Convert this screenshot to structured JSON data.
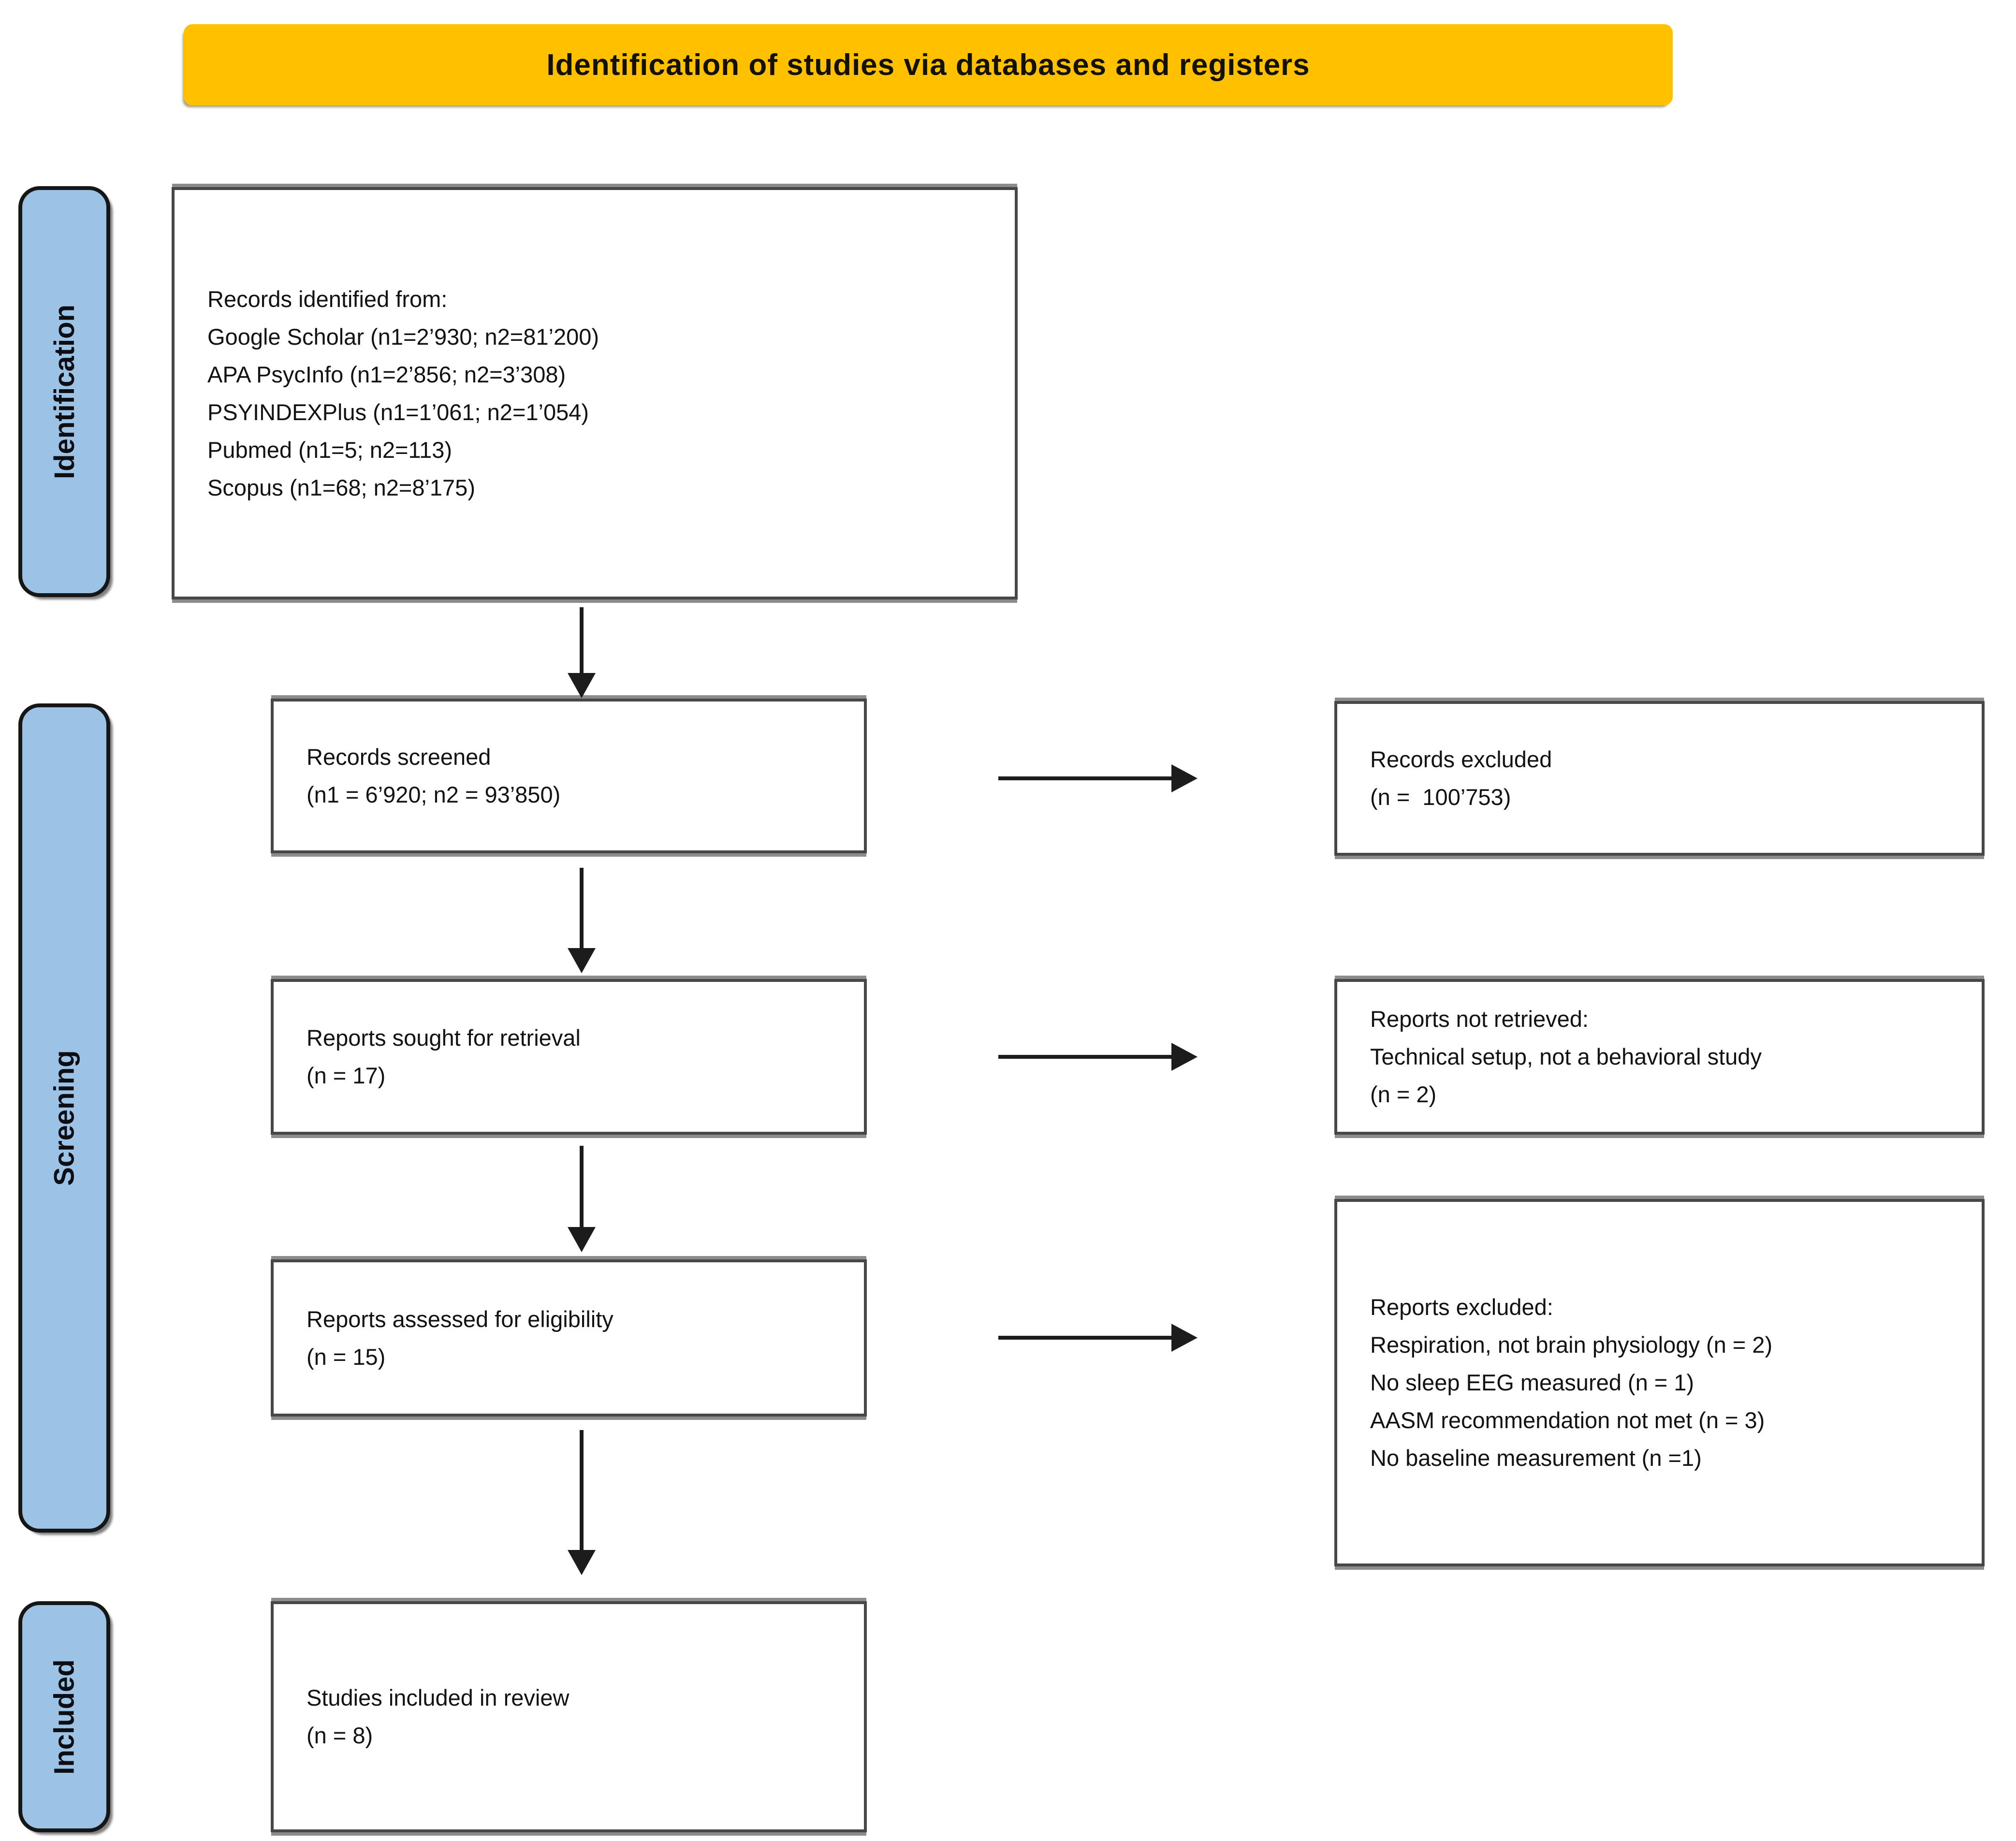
{
  "banner": {
    "label": "Identification of studies via databases and registers"
  },
  "stages": {
    "identification": "Identification",
    "screening": "Screening",
    "included": "Included"
  },
  "flow": {
    "records_identified": {
      "lines": [
        "Records identified from:",
        "Google Scholar (n1=2’930; n2=81’200)",
        "APA PsycInfo (n1=2’856; n2=3’308)",
        "PSYINDEXPlus (n1=1’061; n2=1’054)",
        "Pubmed (n1=5; n2=113)",
        "Scopus (n1=68; n2=8’175)"
      ]
    },
    "records_screened": {
      "lines": [
        "Records screened",
        "(n1 = 6’920; n2 = 93’850)"
      ]
    },
    "reports_sought": {
      "lines": [
        "Reports sought for retrieval",
        "(n = 17)"
      ]
    },
    "reports_assessed": {
      "lines": [
        "Reports assessed for eligibility",
        "(n = 15)"
      ]
    },
    "studies_included": {
      "lines": [
        "Studies included in review",
        "(n = 8)"
      ]
    },
    "records_excluded": {
      "lines": [
        "Records excluded",
        "(n =  100’753)"
      ]
    },
    "reports_not_retrieved": {
      "lines": [
        "Reports not retrieved:",
        "Technical setup, not a behavioral study",
        "(n = 2)"
      ]
    },
    "reports_excluded": {
      "lines": [
        "Reports excluded:",
        "Respiration, not brain physiology (n = 2)",
        "No sleep EEG measured (n = 1)",
        "AASM recommendation not met (n = 3)",
        "No baseline measurement (n =1)"
      ]
    }
  },
  "colors": {
    "banner_fill": "#FFC000",
    "stage_fill": "#9CC3E5",
    "box_border": "#474747",
    "box_shadow_gray": "#8C8C8C",
    "arrow": "#1C1C1C"
  }
}
